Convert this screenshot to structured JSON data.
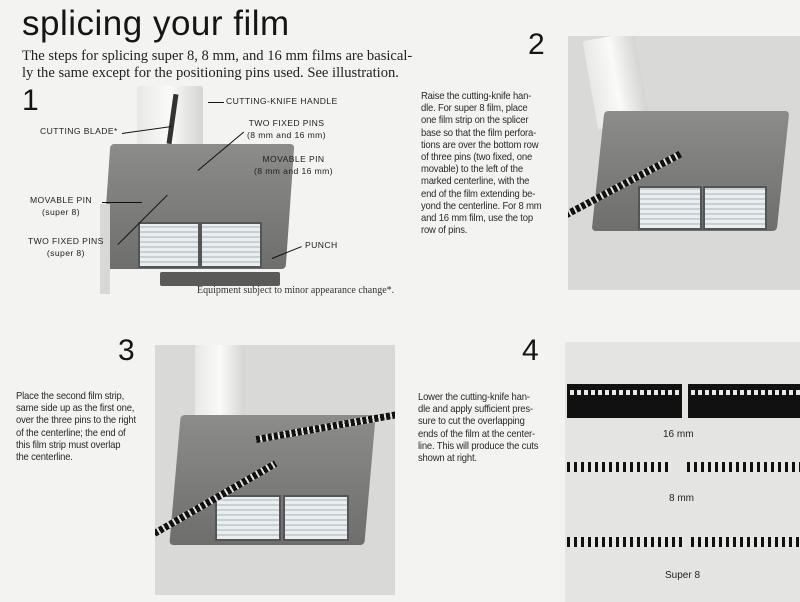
{
  "title": "splicing your film",
  "intro": [
    "The steps for splicing super 8, 8 mm, and 16 mm films are basical-",
    "ly the same except for the positioning pins used. See illustration."
  ],
  "step1": {
    "number": "1",
    "labels": {
      "handle": "CUTTING-KNIFE HANDLE",
      "blade": "CUTTING BLADE*",
      "fixed_pins_top": [
        "TWO FIXED PINS",
        "(8 mm and 16 mm)"
      ],
      "movable_pin_top": [
        "MOVABLE PIN",
        "(8 mm and 16 mm)"
      ],
      "movable_pin_s8": [
        "MOVABLE PIN",
        "(super 8)"
      ],
      "fixed_pins_s8": [
        "TWO FIXED PINS",
        "(super 8)"
      ],
      "punch": "PUNCH"
    },
    "caption": "Equipment subject to minor appearance change*."
  },
  "step2": {
    "number": "2",
    "text": [
      "Raise the cutting-knife han-",
      "dle. For super 8 film, place",
      "one film strip on the splicer",
      "base so that the film perfora-",
      "tions are over the bottom row",
      "of three pins (two fixed, one",
      "movable) to the left of the",
      "marked centerline, with the",
      "end of the film extending be-",
      "yond the centerline. For 8 mm",
      "and 16 mm film, use the top",
      "row of pins."
    ]
  },
  "step3": {
    "number": "3",
    "text": [
      "Place the second film strip,",
      "same side up as the first one,",
      "over the three pins to the right",
      "of the centerline; the end of",
      "this film strip must overlap",
      "the centerline."
    ]
  },
  "step4": {
    "number": "4",
    "text": [
      "Lower the cutting-knife han-",
      "dle and apply sufficient pres-",
      "sure to cut the overlapping",
      "ends of the film at the center-",
      "line. This will produce the cuts",
      "shown at right."
    ],
    "cuts": [
      "16 mm",
      "8 mm",
      "Super 8"
    ]
  }
}
